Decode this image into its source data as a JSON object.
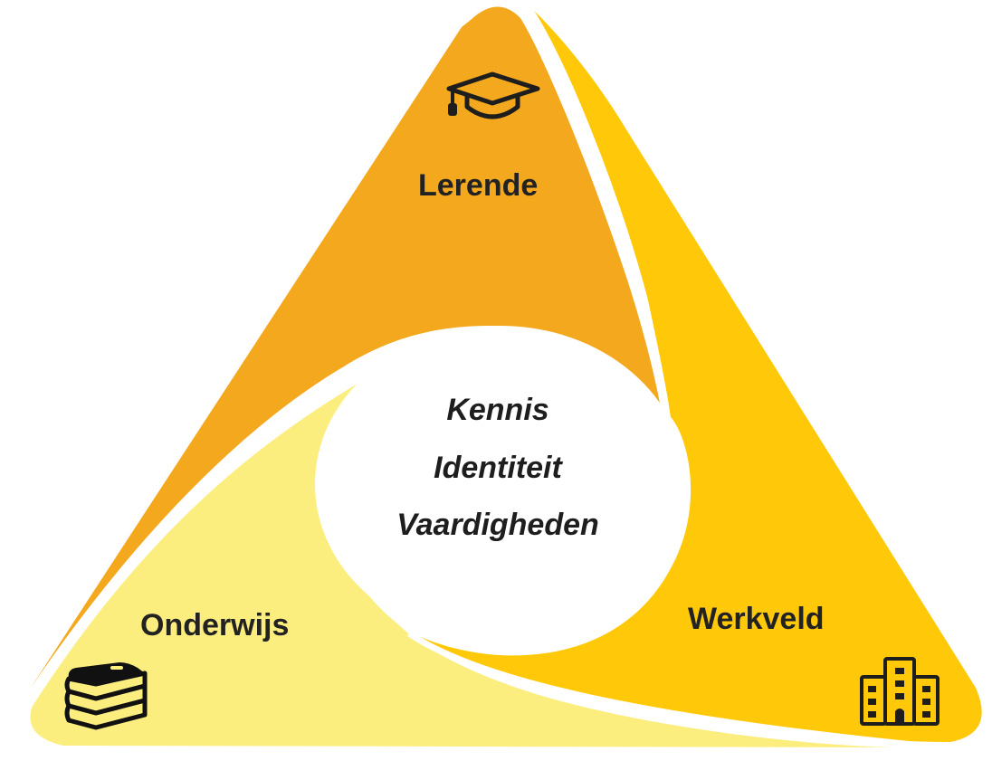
{
  "diagram": {
    "type": "triangle-swirl",
    "colors": {
      "lerende": "#F4A81D",
      "werkveld": "#FFC90A",
      "onderwijs": "#FCEE7E",
      "center": "#FFFFFF",
      "text": "#222222"
    },
    "segments": [
      {
        "id": "lerende",
        "label": "Lerende",
        "icon": "graduation-cap-icon",
        "position": "top"
      },
      {
        "id": "werkveld",
        "label": "Werkveld",
        "icon": "office-buildings-icon",
        "position": "bottom-right"
      },
      {
        "id": "onderwijs",
        "label": "Onderwijs",
        "icon": "books-stack-icon",
        "position": "bottom-left"
      }
    ],
    "center": {
      "lines": [
        "Kennis",
        "Identiteit",
        "Vaardigheden"
      ]
    }
  }
}
